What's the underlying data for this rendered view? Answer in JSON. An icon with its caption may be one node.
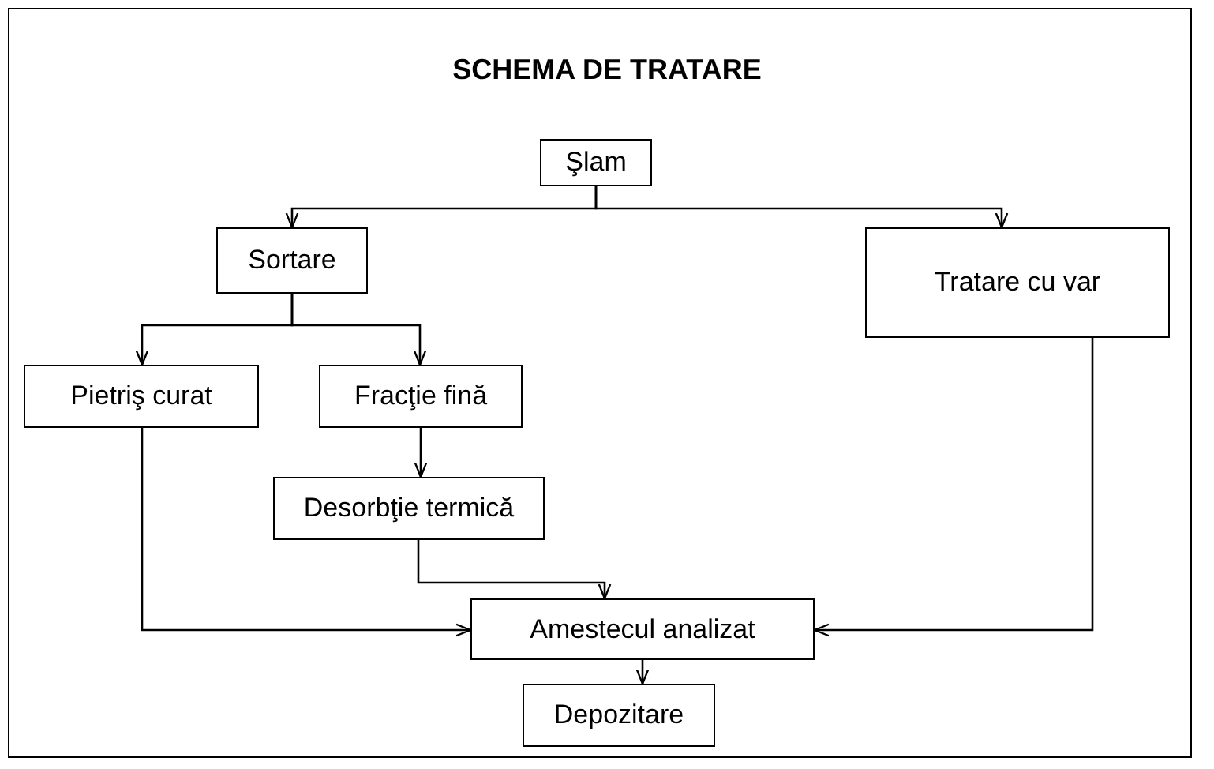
{
  "diagram": {
    "title": "SCHEMA DE TRATARE",
    "nodes": [
      {
        "text": [
          "Şlam"
        ]
      },
      {
        "text": [
          "Sortare"
        ]
      },
      {
        "text": [
          "Tratare cu var"
        ]
      },
      {
        "text": [
          "Pietriş curat"
        ]
      },
      {
        "text": [
          "Fracţie fină"
        ]
      },
      {
        "text": [
          "Desorbţie termică"
        ]
      },
      {
        "text": [
          "Amestecul analizat"
        ]
      },
      {
        "text": [
          "Depozitare"
        ]
      }
    ],
    "edges": [
      {
        "from": 0,
        "to": 1,
        "arrow": "to"
      },
      {
        "from": 0,
        "to": 2,
        "arrow": "to"
      },
      {
        "from": 1,
        "to": 3,
        "arrow": "to"
      },
      {
        "from": 1,
        "to": 4,
        "arrow": "to"
      },
      {
        "from": 4,
        "to": 5,
        "arrow": "to"
      },
      {
        "from": 5,
        "to": 6,
        "arrow": "to"
      },
      {
        "from": 3,
        "to": 6,
        "arrow": "to"
      },
      {
        "from": 2,
        "to": 6,
        "arrow": "to"
      },
      {
        "from": 6,
        "to": 7,
        "arrow": "to"
      }
    ]
  }
}
